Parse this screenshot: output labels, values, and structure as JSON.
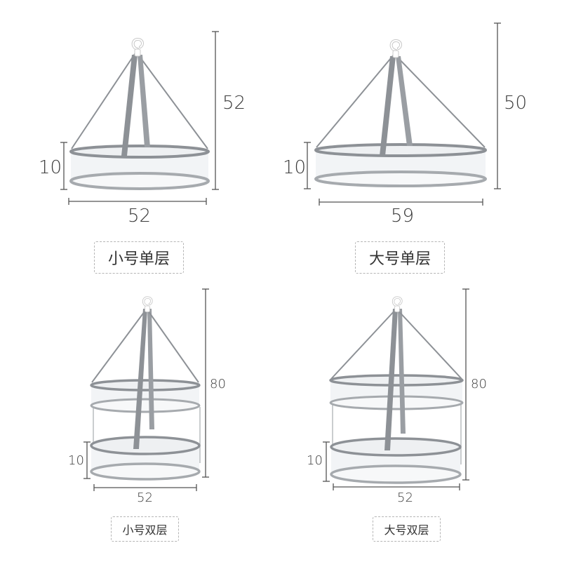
{
  "products": [
    {
      "id": "small-single",
      "name": "小号单层",
      "height": "52",
      "layer_height": "10",
      "diameter": "52"
    },
    {
      "id": "large-single",
      "name": "大号单层",
      "height": "50",
      "layer_height": "10",
      "diameter": "59"
    },
    {
      "id": "small-double",
      "name": "小号双层",
      "height": "80",
      "layer_height": "10",
      "diameter": "52"
    },
    {
      "id": "large-double",
      "name": "大号双层",
      "height": "80",
      "layer_height": "10",
      "diameter": "52"
    }
  ],
  "colors": {
    "frame": "#8d9196",
    "mesh": "#f2f4f6",
    "dimension_line": "#555555",
    "label_border": "#b5b5b5",
    "text": "#333333"
  },
  "icons": [
    "hanging-hook-icon"
  ]
}
